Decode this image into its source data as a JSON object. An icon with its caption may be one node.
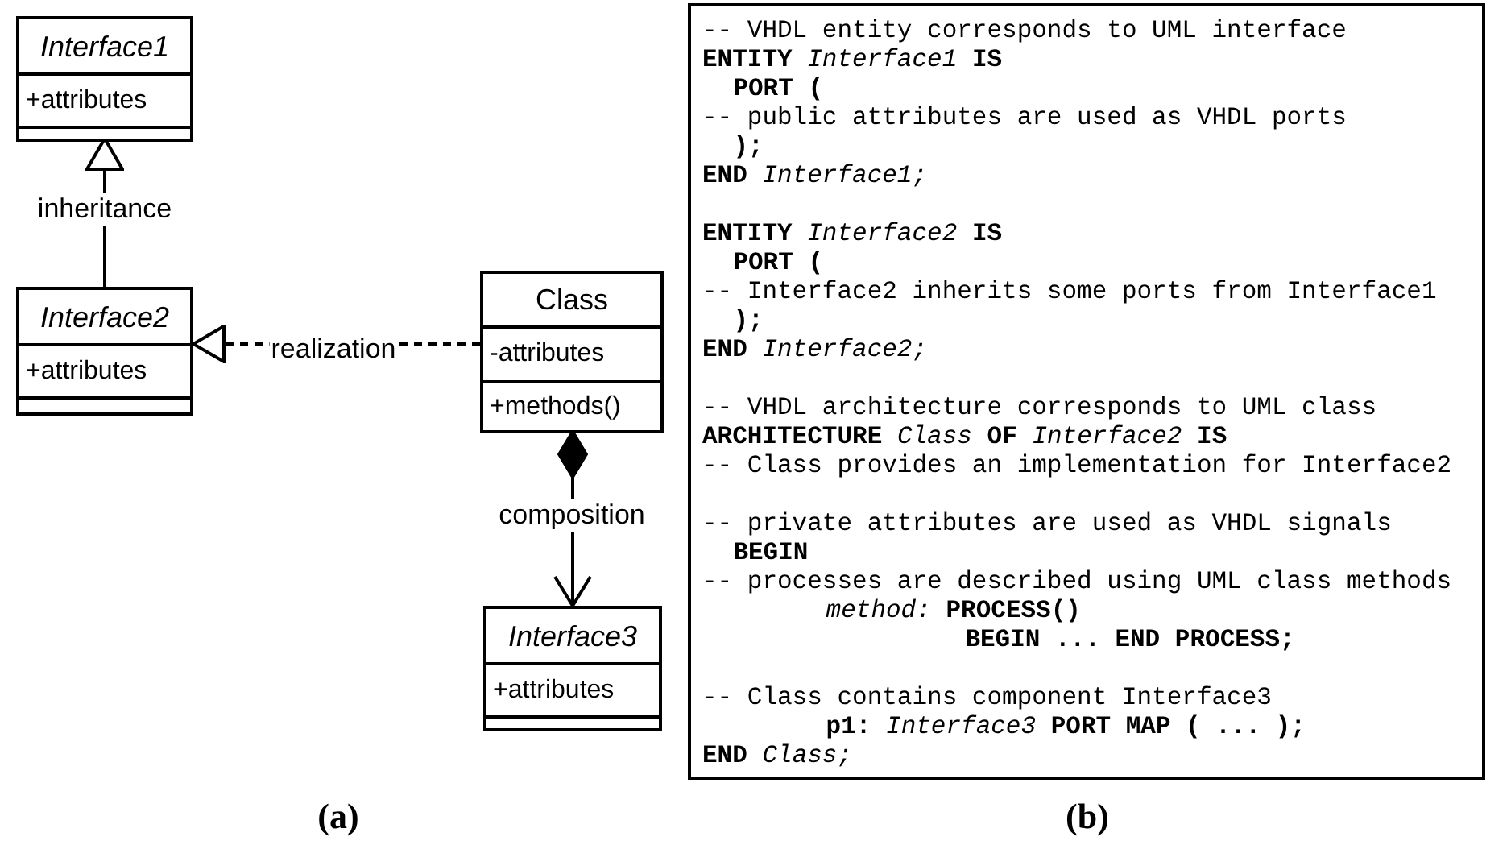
{
  "diagram": {
    "nodes": [
      {
        "text": [
          "Interface1",
          "+attributes"
        ]
      },
      {
        "text": [
          "Interface2",
          "+attributes"
        ]
      },
      {
        "text": [
          "Class",
          "-attributes",
          "+methods()"
        ]
      },
      {
        "text": [
          "Interface3",
          "+attributes"
        ]
      }
    ],
    "edges": [
      {
        "from": 1,
        "to": 0,
        "arrow": "to",
        "label": "inheritance"
      },
      {
        "from": 2,
        "to": 1,
        "arrow": "to",
        "label": "realization",
        "style": "dashed"
      },
      {
        "from": 2,
        "to": 3,
        "arrow": "to",
        "label": "composition"
      }
    ],
    "labels": [
      "-- VHDL entity corresponds to UML interface",
      "**ENTITY** *Interface1* **IS**",
      "PORT (",
      "-- public attributes are used as VHDL ports",
      ");",
      "**END** *Interface1;*",
      "**ENTITY** *Interface2* **IS**",
      "PORT (",
      "-- Interface2 inherits some ports from Interface1",
      ");",
      "**END** *Interface2;*",
      "-- VHDL architecture corresponds to UML class",
      "**ARCHITECTURE** *Class* **OF** *Interface2* **IS**",
      "-- Class provides an implementation for Interface2",
      "-- private attributes are used as VHDL signals",
      "BEGIN",
      "-- processes are described using UML class methods",
      "*method:* **PROCESS()**",
      "BEGIN ... END PROCESS;",
      "-- Class contains component Interface3",
      "**p1:** *Interface3* **PORT MAP ( ... );**",
      "**END** *Class;*",
      "(a)",
      "(b)"
    ]
  }
}
